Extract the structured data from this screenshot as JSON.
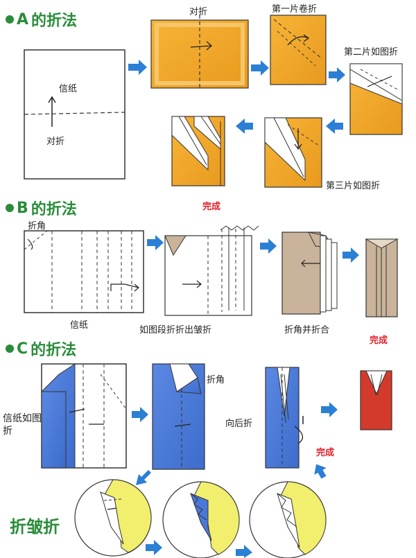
{
  "sections": {
    "a": {
      "letter": "A",
      "title": "的折法"
    },
    "b": {
      "letter": "B",
      "title": "的折法"
    },
    "c": {
      "letter": "C",
      "title": "的折法"
    }
  },
  "labels": {
    "a_xinzhi": "信纸",
    "a_duizhe_left": "对折",
    "a_duizhe_top": "对折",
    "a_step2": "第一片卷折",
    "a_step3": "第二片如图折",
    "a_step4": "第三片如图折",
    "a_done": "完成",
    "b_zhejiao": "折角",
    "b_xinzhi": "信纸",
    "b_step2": "如图段折折出皱折",
    "b_step3": "折角并折合",
    "b_done": "完成",
    "c_xinzhi": "信纸如图折",
    "c_zhejiao": "折角",
    "c_xianghou": "向后折",
    "c_done": "完成",
    "c_zhouzhe": "折皱折"
  },
  "colors": {
    "section_green": "#2a8c3a",
    "orange": "#f0a023",
    "blue": "#4a78d6",
    "tan": "#c9b39a",
    "red": "#d33a2c",
    "yellow": "#f2ee6e",
    "arrow": "#2b7fd4",
    "done_red": "#e0202a"
  }
}
